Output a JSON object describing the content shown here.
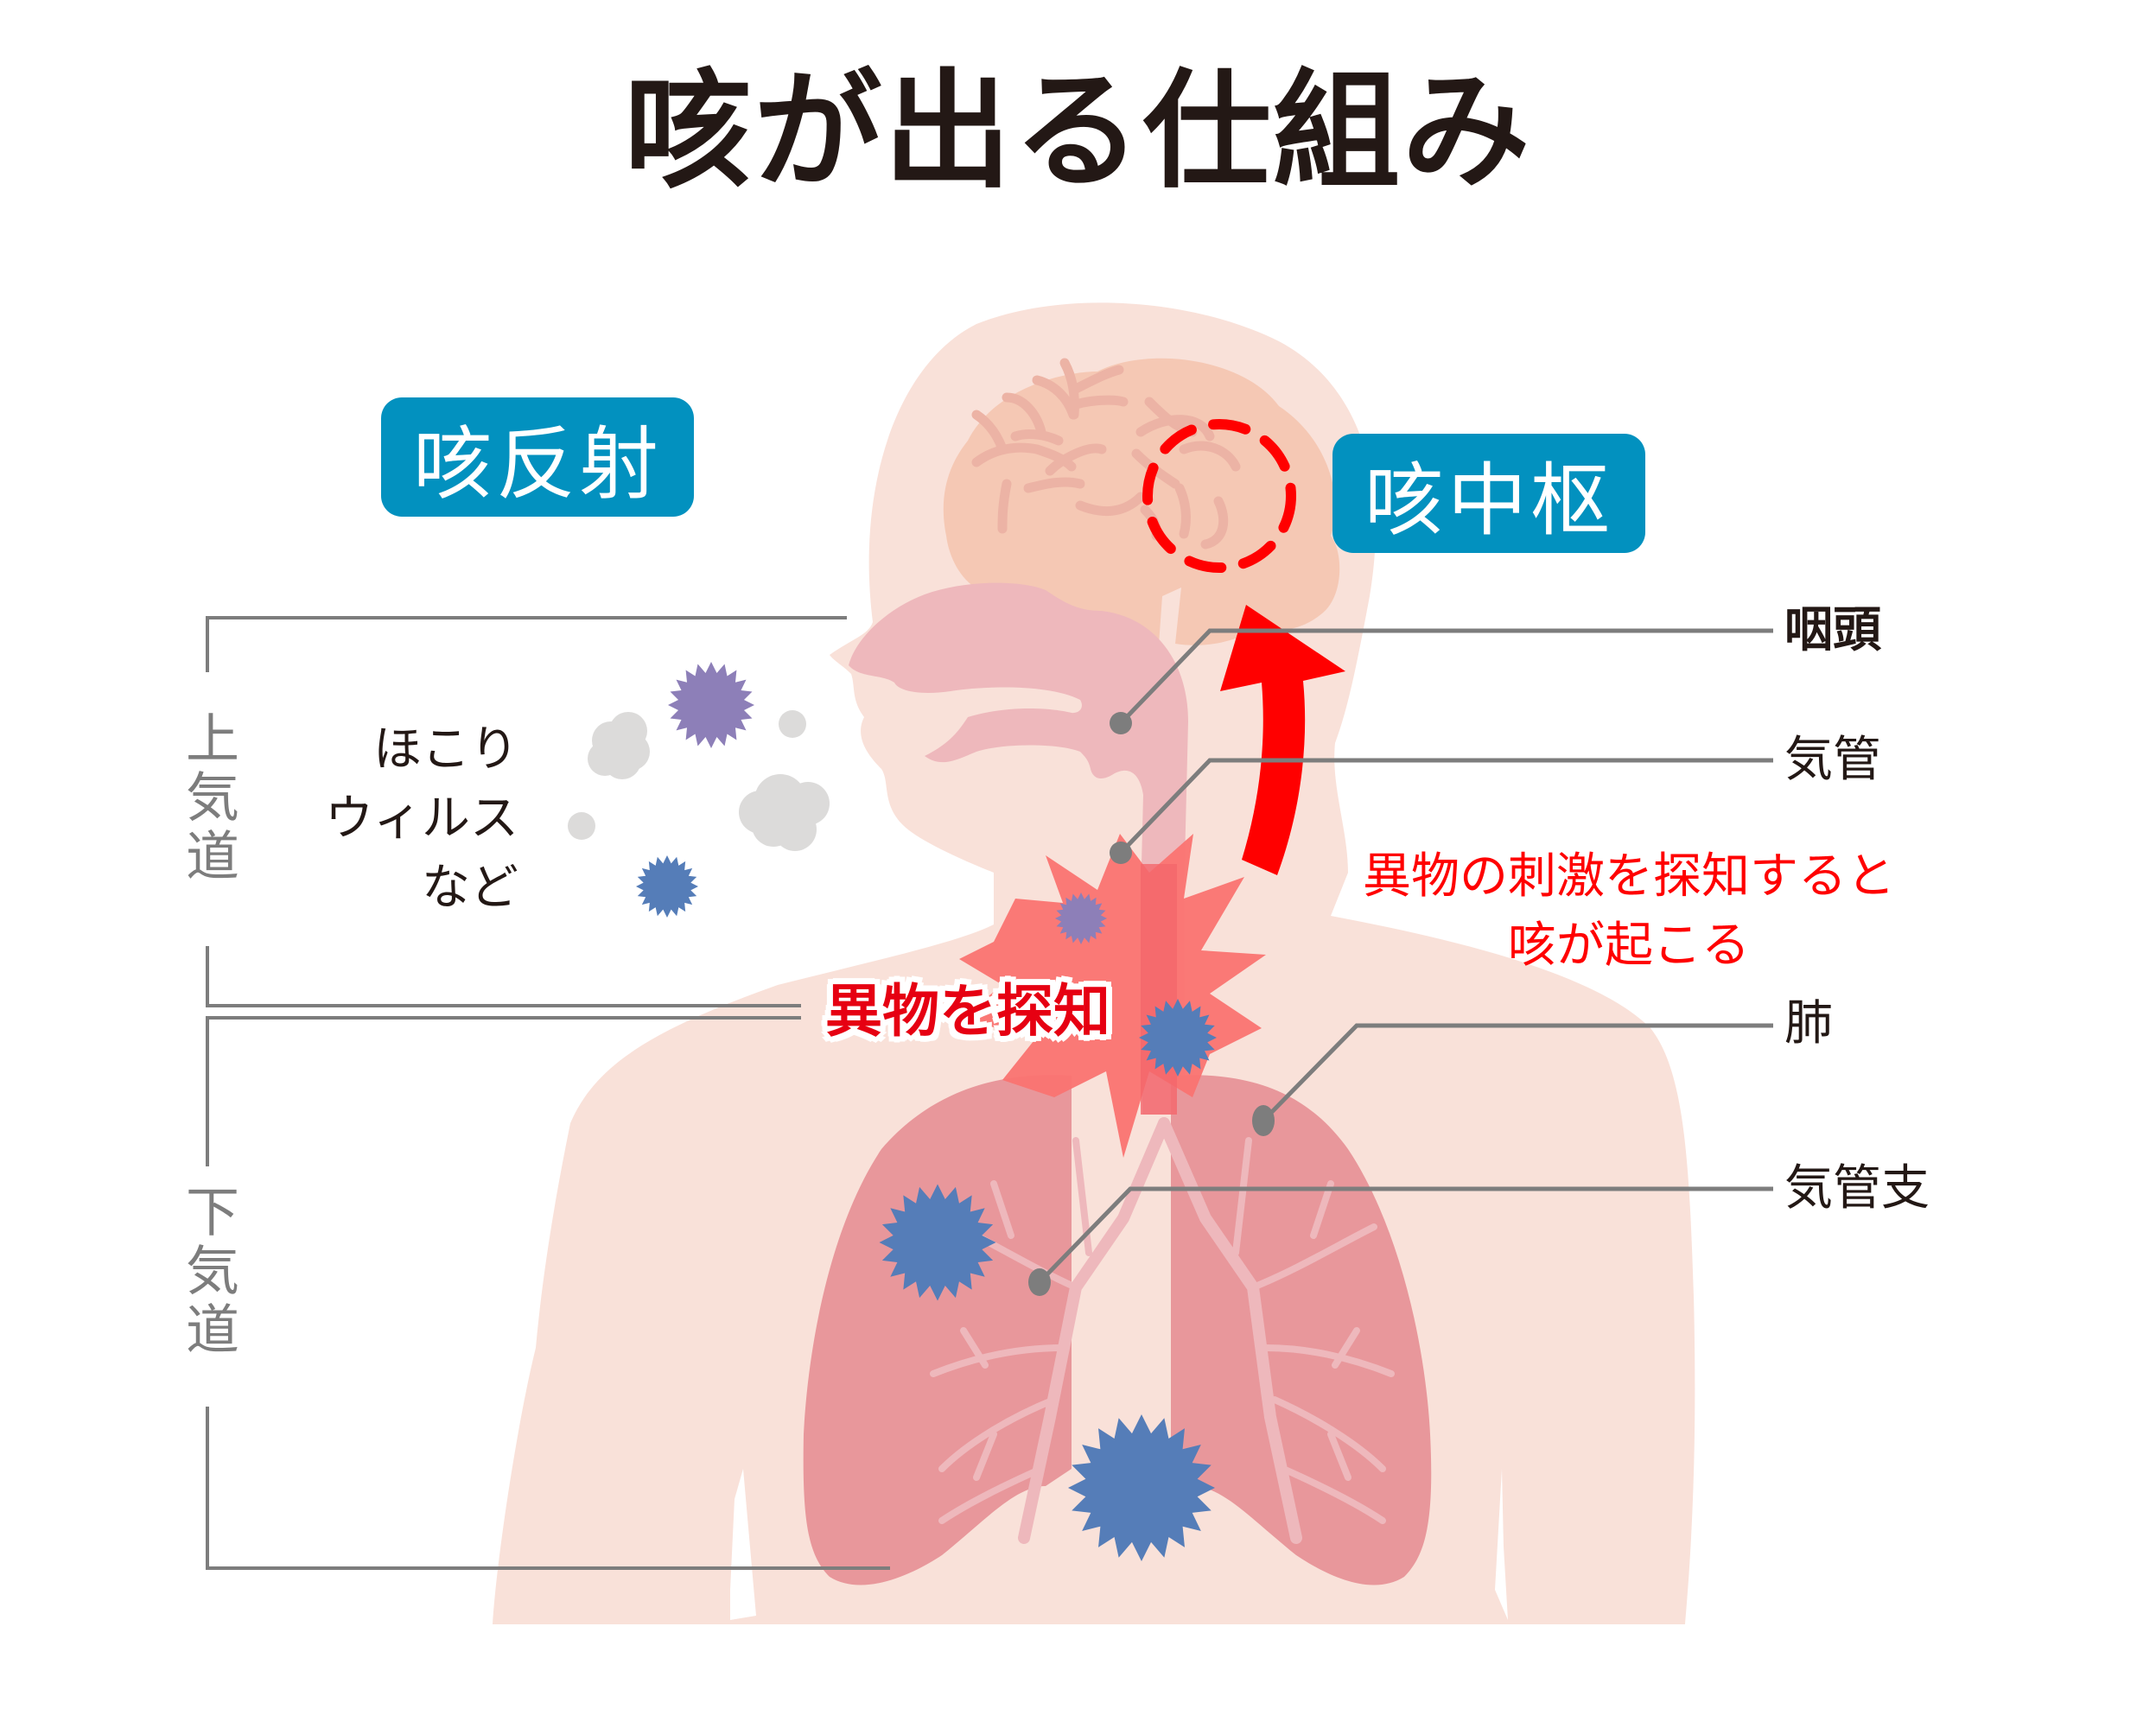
{
  "title": "咳が出る仕組み",
  "badges": {
    "reflex": "咳反射",
    "center": "咳中枢"
  },
  "airway_brackets": {
    "upper": "上気道",
    "lower": "下気道"
  },
  "particles_label": "ほこり\nウィルス\nなど",
  "organ_labels": [
    {
      "id": "pharynx",
      "label": "咽頭"
    },
    {
      "id": "trachea",
      "label": "気管"
    },
    {
      "id": "lung",
      "label": "肺"
    },
    {
      "id": "bronchi",
      "label": "気管支"
    }
  ],
  "annotations": {
    "detect": "異物を探知",
    "trigger_note": "異物の刺激を探知すると\n咳が起こる"
  },
  "colors": {
    "badge_blue": "#0291bf",
    "skin": "#f9e1d9",
    "airway_pink": "#eeb8bc",
    "lung_pink": "#e8979b",
    "brain": "#f5c8b4",
    "alert_red": "#ff0000",
    "burst_red": "#fa7371",
    "virus_blue": "#557db8",
    "virus_purple": "#8d7fb8",
    "dust_gray": "#dcdbda",
    "leader_gray": "#7d7d7d",
    "text_dark": "#231815"
  }
}
